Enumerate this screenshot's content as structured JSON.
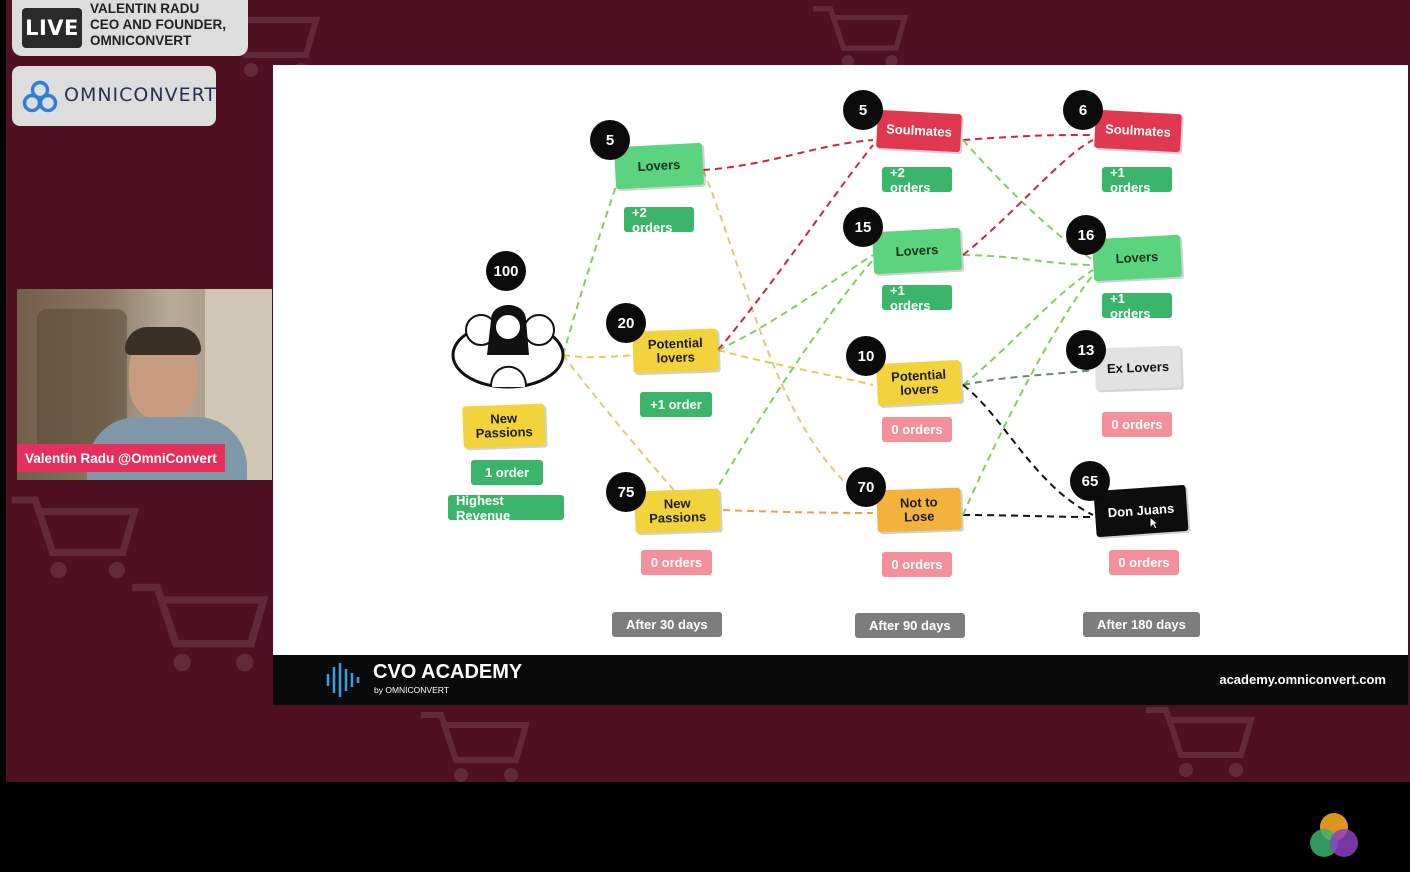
{
  "stream": {
    "live_label": "LIVE",
    "presenter_line1": "VALENTIN RADU",
    "presenter_line2": "CEO AND FOUNDER,",
    "presenter_line3": "OMNICONVERT",
    "logo_text": "OMNICONVERT",
    "webcam_caption": "Valentin Radu @OmniConvert"
  },
  "slide": {
    "academy_title": "CVO ACADEMY",
    "academy_sub": "by OMNICONVERT",
    "academy_url": "academy.omniconvert.com"
  },
  "diagram": {
    "start": {
      "count": "100",
      "label": "New Passions",
      "orders": "1 order",
      "tag": "Highest Revenue"
    },
    "after30": {
      "period": "After 30 days",
      "lovers": {
        "count": "5",
        "label": "Lovers",
        "orders": "+2 orders"
      },
      "potential": {
        "count": "20",
        "label": "Potential lovers",
        "orders": "+1 order"
      },
      "newpassions": {
        "count": "75",
        "label": "New Passions",
        "orders": "0 orders"
      }
    },
    "after90": {
      "period": "After 90 days",
      "soulmates": {
        "count": "5",
        "label": "Soulmates",
        "orders": "+2 orders"
      },
      "lovers": {
        "count": "15",
        "label": "Lovers",
        "orders": "+1 orders"
      },
      "potential": {
        "count": "10",
        "label": "Potential lovers",
        "orders": "0 orders"
      },
      "nottolose": {
        "count": "70",
        "label": "Not to Lose",
        "orders": "0 orders"
      }
    },
    "after180": {
      "period": "After 180 days",
      "soulmates": {
        "count": "6",
        "label": "Soulmates",
        "orders": "+1 orders"
      },
      "lovers": {
        "count": "16",
        "label": "Lovers",
        "orders": "+1 orders"
      },
      "exlovers": {
        "count": "13",
        "label": "Ex Lovers",
        "orders": "0 orders"
      },
      "donjuans": {
        "count": "65",
        "label": "Don Juans",
        "orders": "0 orders"
      }
    }
  },
  "colors": {
    "background": "#4f1022",
    "green": "#5cd47f",
    "red": "#e0384e",
    "yellow": "#f2d33b",
    "orange": "#f4b23d",
    "accent_pink": "#e5305d"
  },
  "icons": [
    "omniconvert-logo-icon",
    "cvo-academy-wave-icon",
    "customers-illustration-icon",
    "cart-pattern-icon",
    "stream-brand-icon",
    "mouse-cursor-icon"
  ]
}
